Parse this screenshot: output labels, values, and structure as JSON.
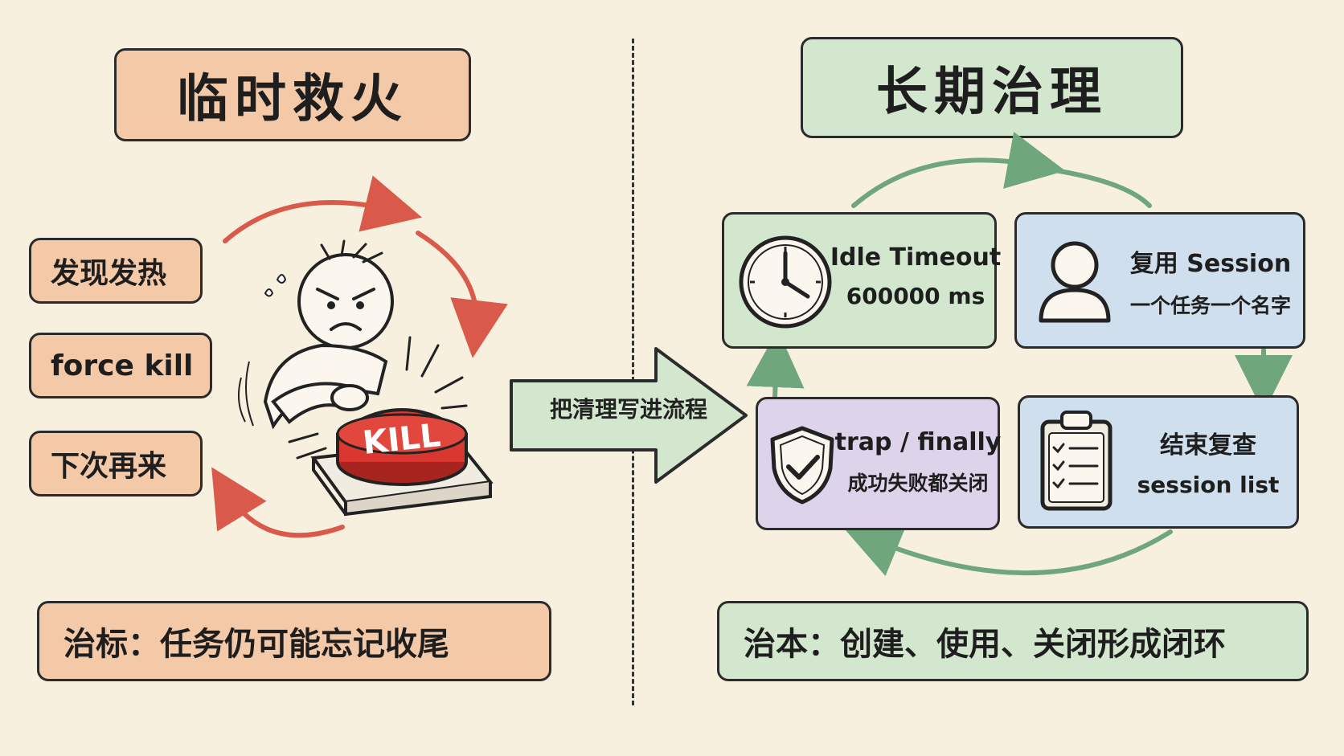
{
  "left": {
    "title": "临时救火",
    "items": [
      {
        "label": "发现发热"
      },
      {
        "label": "force kill"
      },
      {
        "label": "下次再来"
      }
    ],
    "button_label": "KILL",
    "bottom": "治标：任务仍可能忘记收尾"
  },
  "middle": {
    "arrow_label": "把清理写进流程"
  },
  "right": {
    "title": "长期治理",
    "cards": [
      {
        "line1": "Idle Timeout",
        "line2": "600000 ms",
        "icon": "clock-icon"
      },
      {
        "line1": "复用 Session",
        "line2": "一个任务一个名字",
        "icon": "person-icon"
      },
      {
        "line1": "trap / finally",
        "line2": "成功失败都关闭",
        "icon": "shield-check-icon"
      },
      {
        "line1": "结束复查",
        "line2": "session list",
        "icon": "clipboard-checklist-icon"
      }
    ],
    "bottom": "治本：创建、使用、关闭形成闭环"
  },
  "colors": {
    "background": "#f7f0df",
    "orange": "#f4c9a8",
    "green": "#d3e7cf",
    "blue": "#cfdfee",
    "purple": "#ddd3ea",
    "red_arrow": "#d95a4a",
    "green_arrow": "#6fa67c",
    "kill_button": "#d9372f"
  }
}
